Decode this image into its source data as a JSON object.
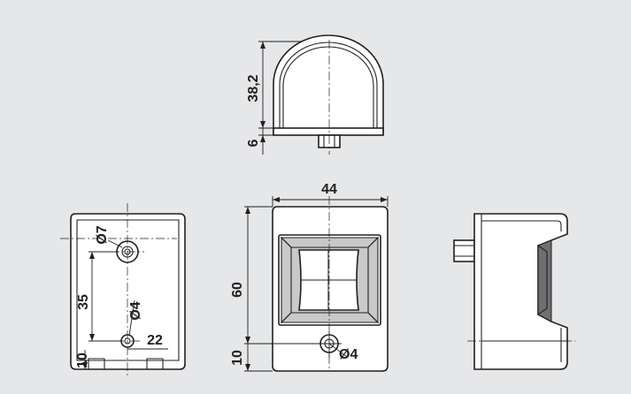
{
  "diagram": {
    "dimensions": {
      "top_height": "38,2",
      "top_base": "6",
      "front_width": "44",
      "front_height": "60",
      "front_bottom": "10",
      "front_hole": "Ø4",
      "back_hole_large": "Ø7",
      "back_hole_spacing": "35",
      "back_hole_small": "Ø4",
      "back_hole_offset": "22",
      "back_bottom": "10"
    },
    "colors": {
      "background": "#e6e7e8",
      "line": "#231f20",
      "part_fill": "#ffffff",
      "shade": "#c8c9ca"
    }
  }
}
